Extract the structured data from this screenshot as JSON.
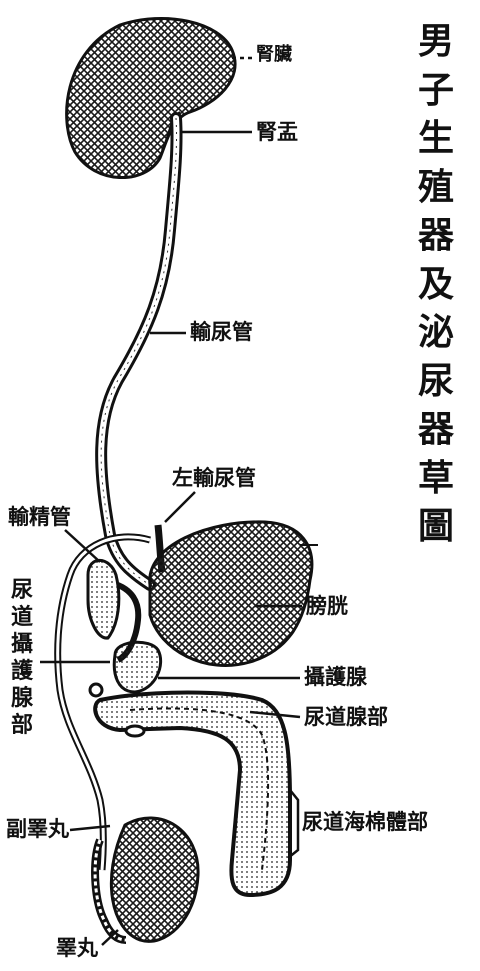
{
  "title": "男子生殖器及泌尿器草圖",
  "labels": {
    "kidney_top": "腎臟",
    "kidney_pelvis": "腎盂",
    "ureter": "輸尿管",
    "left_ureter": "左輸尿管",
    "vas_deferens": "輸精管",
    "bladder": "膀胱",
    "prostate": "攝護腺",
    "prostatic_urethra": "尿道腺部",
    "spongy_urethra": "尿道海棉體部",
    "epididymis": "副睪丸",
    "testis": "睪丸"
  },
  "side_label": "尿道攝護腺部"
}
